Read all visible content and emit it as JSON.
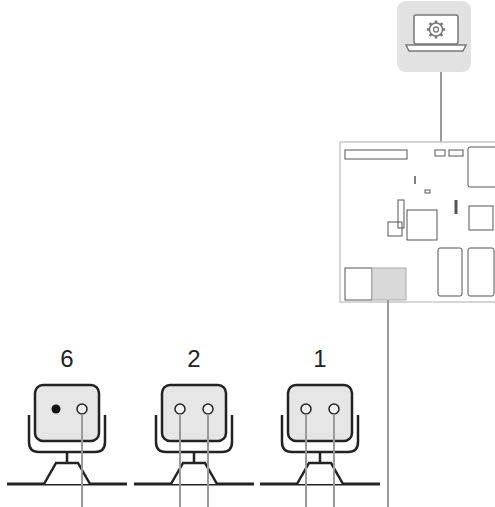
{
  "diagram": {
    "nodes": [
      {
        "text": [
          "6"
        ]
      },
      {
        "text": [
          "2"
        ]
      },
      {
        "text": [
          "1"
        ]
      }
    ]
  }
}
